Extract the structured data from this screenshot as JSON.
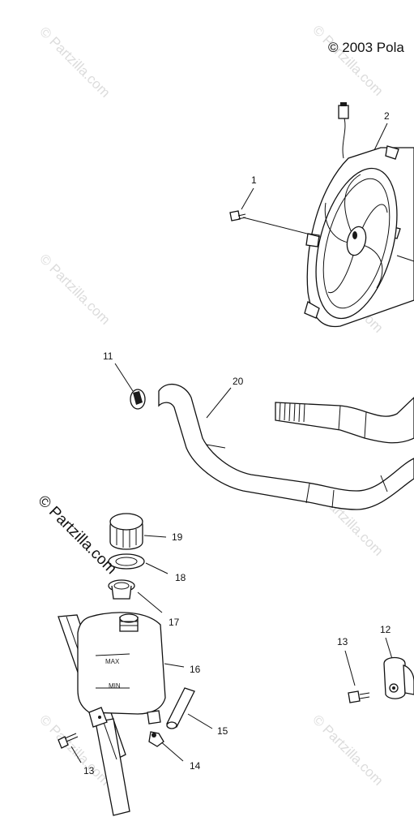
{
  "copyright": "© 2003 Pola",
  "watermark": "© Partzilla.com",
  "tank_marks": {
    "max": "MAX",
    "min": "MIN"
  },
  "callouts": [
    "1",
    "2",
    "11",
    "20",
    "19",
    "18",
    "17",
    "16",
    "15",
    "14",
    "13",
    "13",
    "12"
  ]
}
